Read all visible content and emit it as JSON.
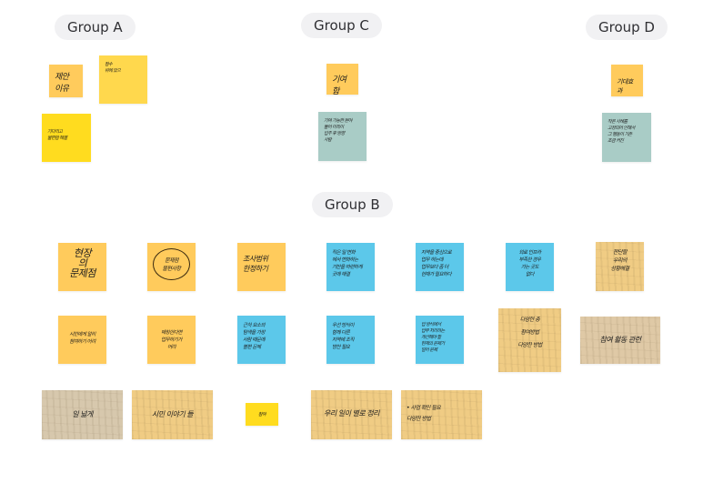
{
  "groups": [
    {
      "label": "Group A"
    },
    {
      "label": "Group C"
    },
    {
      "label": "Group D"
    },
    {
      "label": "Group B"
    }
  ],
  "notes": {
    "a1": "제안\n이유",
    "a2": "점수\n위에 있으",
    "a3": "기다리고\n불편함 해결",
    "c1": "기여함",
    "c2": "기여 가능한 분야\n들어 이득이\n입주 후 방향\n사람",
    "d1": "기대효과",
    "d2": "작은 사례를\n고정되어 인해서\n그 행동이 기존\n조금 커진",
    "b1": "현장\n의\n문제점",
    "b2": "문제점\n불편사항",
    "b3": "조사범위\n한정하기",
    "b4": "작은 일 변화\n에서 변화하는\n기반을 마련하게\n곳에 해결",
    "b5": "지역을 중심으로\n업무 하는데\n업무보다 좀 더\n현재가 필요하다",
    "b6": "외로 인프라\n부족한 경우\n가는 곳도\n없다",
    "b7": "판단할\n우리의\n상황해결",
    "b8": "시민에게 알리\n참여하기 어려",
    "b9": "매칭한다면\n업무하기가\n어려",
    "b10": "근처 요소의\n탐색을 가장\n사람 때문에\n불편 문제",
    "b11": "우선 방식이\n함께 다른\n지역에 조직\n방안 필요",
    "b12": "업 방식에서\n업무 처리하는\n개선해야 할\n현재의 문제가\n일어 문제",
    "b13": "다양한 층\n참여방법\n다양한 방법",
    "b14": "참여 활동 관련",
    "b15": "일 넓게",
    "b16": "시민 이야기 들",
    "b17": "참여",
    "b18": "우리 일이 별로 정리",
    "b19": "• 사업 확인 필요\n   다양한 방법"
  }
}
